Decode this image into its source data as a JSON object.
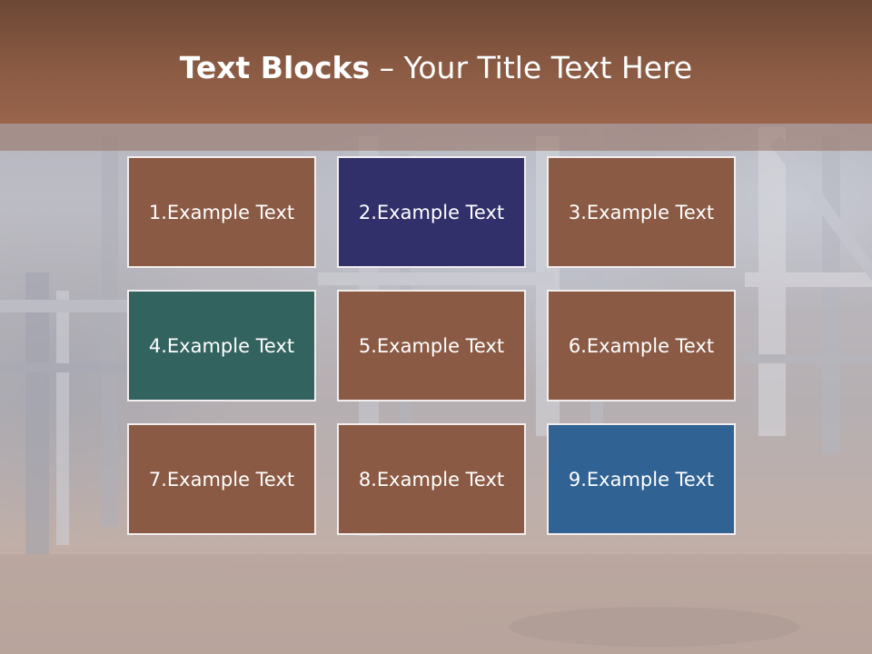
{
  "title": {
    "bold": "Text Blocks",
    "separator": " – ",
    "rest": "Your Title Text Here"
  },
  "colors": {
    "header": "#8a5a43",
    "block_brown": "#8a5a45",
    "block_navy": "#31306a",
    "block_teal": "#33635f",
    "block_blue": "#306293"
  },
  "blocks": [
    {
      "label": "1.Example Text",
      "color": "#8a5a45"
    },
    {
      "label": "2.Example Text",
      "color": "#31306a"
    },
    {
      "label": "3.Example Text",
      "color": "#8a5a45"
    },
    {
      "label": "4.Example Text",
      "color": "#33635f"
    },
    {
      "label": "5.Example Text",
      "color": "#8a5a45"
    },
    {
      "label": "6.Example Text",
      "color": "#8a5a45"
    },
    {
      "label": "7.Example Text",
      "color": "#8a5a45"
    },
    {
      "label": "8.Example Text",
      "color": "#8a5a45"
    },
    {
      "label": "9.Example Text",
      "color": "#306293"
    }
  ]
}
